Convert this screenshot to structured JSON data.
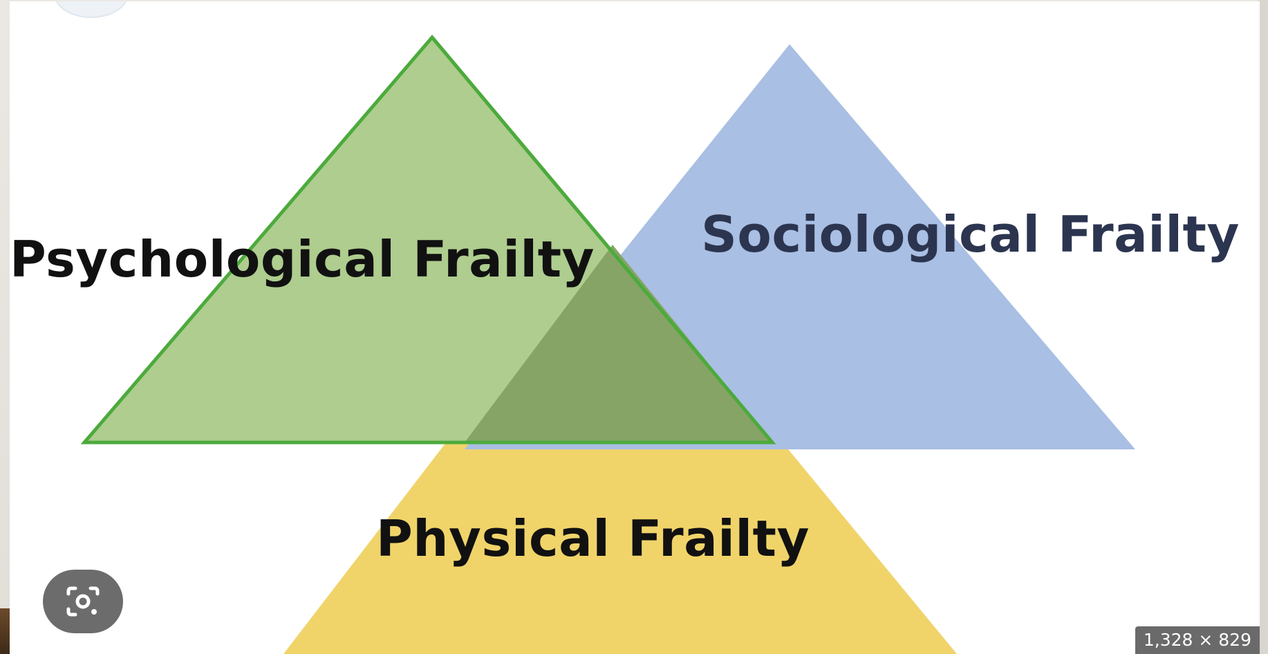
{
  "diagram": {
    "labels": {
      "psychological": "Psychological Frailty",
      "sociological": "Sociological Frailty",
      "physical": "Physical Frailty"
    },
    "colors": {
      "psychological_fill": "#9fc47f",
      "psychological_stroke": "#4caa3c",
      "sociological_fill": "#9cb4e0",
      "physical_fill": "#f0d46a",
      "overlap_fill": "#86a466",
      "label_dark": "#111111",
      "label_sociological": "#2c3550"
    }
  },
  "overlay": {
    "image_size": "1,328 × 829",
    "lens_icon": "google-lens-icon"
  }
}
